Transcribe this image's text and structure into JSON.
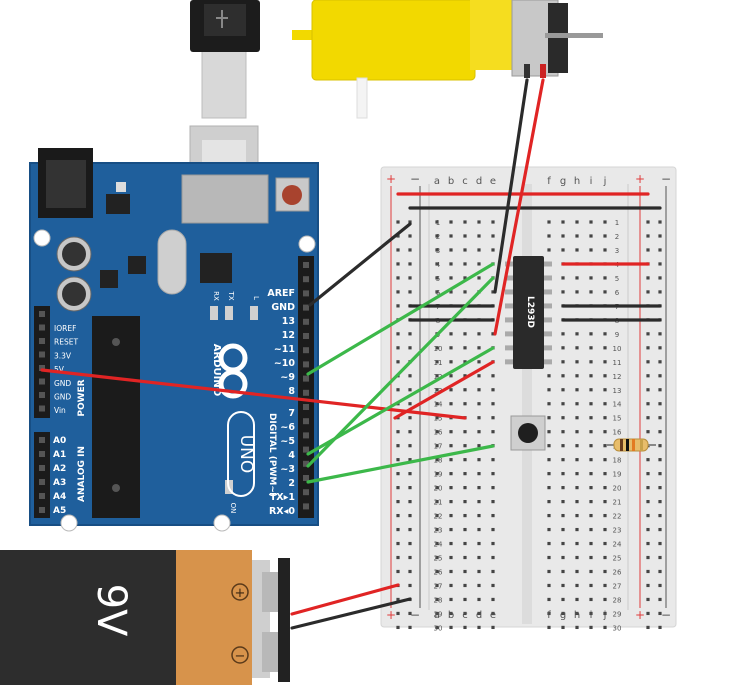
{
  "chip": {
    "label": "L293D"
  },
  "arduino": {
    "power_header": [
      "IOREF",
      "RESET",
      "3.3V",
      "5V",
      "GND",
      "GND",
      "Vin"
    ],
    "power_title": "POWER",
    "analog_header": [
      "A0",
      "A1",
      "A2",
      "A3",
      "A4",
      "A5"
    ],
    "analog_title": "ANALOG IN",
    "digital_pins": [
      "AREF",
      "GND",
      "13",
      "12",
      "~11",
      "~10",
      "~9",
      "8",
      "7",
      "~6",
      "~5",
      "4",
      "~3",
      "2",
      "TX▸1",
      "RX◂0"
    ],
    "digital_title": "DIGITAL (PWM~)",
    "brand": "ARDUINO",
    "model": "UNO",
    "on_label": "ON",
    "tx_label": "TX",
    "rx_label": "RX",
    "l_label": "L"
  },
  "breadboard": {
    "cols_left": [
      "a",
      "b",
      "c",
      "d",
      "e"
    ],
    "cols_right": [
      "f",
      "g",
      "h",
      "i",
      "j"
    ],
    "plus": "+",
    "minus": "−",
    "rows": [
      "1",
      "2",
      "3",
      "4",
      "5",
      "6",
      "7",
      "8",
      "9",
      "10",
      "11",
      "12",
      "13",
      "14",
      "15",
      "16",
      "17",
      "18",
      "19",
      "20",
      "21",
      "22",
      "23",
      "24",
      "25",
      "26",
      "27",
      "28",
      "29",
      "30"
    ]
  },
  "battery": {
    "label": "9V",
    "plus": "+",
    "minus": "−"
  },
  "colors": {
    "board_blue": "#1f5f9c",
    "wire_red": "#e02424",
    "wire_green": "#3cb84a",
    "wire_black": "#2b2b2b",
    "motor_yellow": "#f2d900"
  }
}
